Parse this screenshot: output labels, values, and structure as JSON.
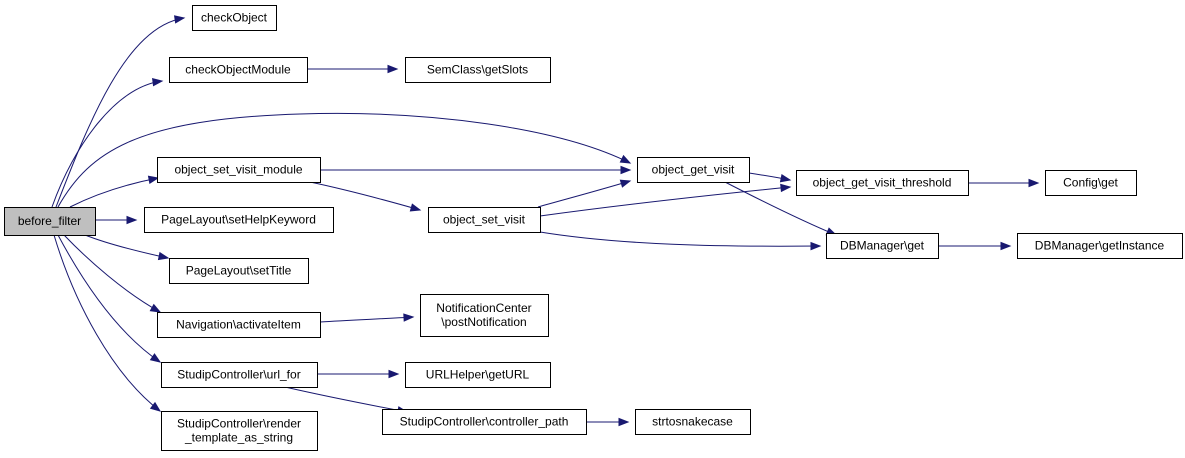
{
  "diagram": {
    "colors": {
      "edge": "#191970",
      "root_fill": "#bfbfbf",
      "node_fill": "#ffffff",
      "node_stroke": "#000000"
    },
    "nodes": {
      "before_filter": {
        "lines": [
          "before_filter"
        ]
      },
      "checkObject": {
        "lines": [
          "checkObject"
        ]
      },
      "checkObjectModule": {
        "lines": [
          "checkObjectModule"
        ]
      },
      "object_set_visit_module": {
        "lines": [
          "object_set_visit_module"
        ]
      },
      "setHelpKeyword": {
        "lines": [
          "PageLayout\\setHelpKeyword"
        ]
      },
      "setTitle": {
        "lines": [
          "PageLayout\\setTitle"
        ]
      },
      "activateItem": {
        "lines": [
          "Navigation\\activateItem"
        ]
      },
      "url_for": {
        "lines": [
          "StudipController\\url_for"
        ]
      },
      "render_template": {
        "lines": [
          "StudipController\\render",
          "_template_as_string"
        ]
      },
      "getSlots": {
        "lines": [
          "SemClass\\getSlots"
        ]
      },
      "object_get_visit": {
        "lines": [
          "object_get_visit"
        ]
      },
      "object_set_visit": {
        "lines": [
          "object_set_visit"
        ]
      },
      "postNotification": {
        "lines": [
          "NotificationCenter",
          "\\postNotification"
        ]
      },
      "getURL": {
        "lines": [
          "URLHelper\\getURL"
        ]
      },
      "controller_path": {
        "lines": [
          "StudipController\\controller_path"
        ]
      },
      "threshold": {
        "lines": [
          "object_get_visit_threshold"
        ]
      },
      "dbget": {
        "lines": [
          "DBManager\\get"
        ]
      },
      "strtosnakecase": {
        "lines": [
          "strtosnakecase"
        ]
      },
      "configget": {
        "lines": [
          "Config\\get"
        ]
      },
      "getInstance": {
        "lines": [
          "DBManager\\getInstance"
        ]
      }
    },
    "edges": [
      {
        "from": "before_filter",
        "to": "checkObject"
      },
      {
        "from": "before_filter",
        "to": "checkObjectModule"
      },
      {
        "from": "before_filter",
        "to": "object_get_visit"
      },
      {
        "from": "before_filter",
        "to": "object_set_visit_module"
      },
      {
        "from": "before_filter",
        "to": "setHelpKeyword"
      },
      {
        "from": "before_filter",
        "to": "setTitle"
      },
      {
        "from": "before_filter",
        "to": "activateItem"
      },
      {
        "from": "before_filter",
        "to": "url_for"
      },
      {
        "from": "before_filter",
        "to": "render_template"
      },
      {
        "from": "checkObjectModule",
        "to": "getSlots"
      },
      {
        "from": "object_set_visit_module",
        "to": "object_get_visit"
      },
      {
        "from": "object_set_visit_module",
        "to": "object_set_visit"
      },
      {
        "from": "object_get_visit",
        "to": "threshold"
      },
      {
        "from": "object_get_visit",
        "to": "dbget"
      },
      {
        "from": "object_set_visit",
        "to": "object_get_visit"
      },
      {
        "from": "object_set_visit",
        "to": "threshold"
      },
      {
        "from": "object_set_visit",
        "to": "dbget"
      },
      {
        "from": "threshold",
        "to": "configget"
      },
      {
        "from": "dbget",
        "to": "getInstance"
      },
      {
        "from": "activateItem",
        "to": "postNotification"
      },
      {
        "from": "url_for",
        "to": "getURL"
      },
      {
        "from": "url_for",
        "to": "controller_path"
      },
      {
        "from": "controller_path",
        "to": "strtosnakecase"
      }
    ]
  }
}
